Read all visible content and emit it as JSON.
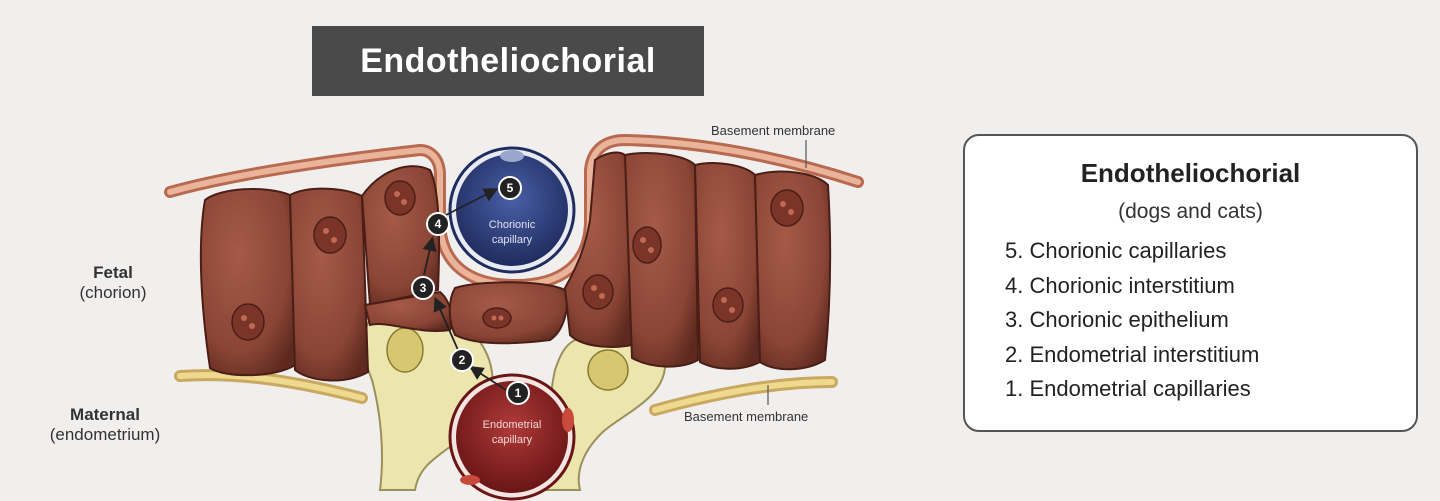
{
  "title": "Endotheliochorial",
  "labels": {
    "fetal": "Fetal",
    "fetal_sub": "(chorion)",
    "maternal": "Maternal",
    "maternal_sub": "(endometrium)",
    "basement_top": "Basement membrane",
    "basement_bottom": "Basement membrane",
    "chorionic_capillary": [
      "Chorionic",
      "capillary"
    ],
    "endometrial_capillary": [
      "Endometrial",
      "capillary"
    ]
  },
  "steps": [
    "1",
    "2",
    "3",
    "4",
    "5"
  ],
  "legend": {
    "title": "Endotheliochorial",
    "subtitle": "(dogs and cats)",
    "items": [
      "5. Chorionic capillaries",
      "4. Chorionic interstitium",
      "3. Chorionic epithelium",
      "2. Endometrial interstitium",
      "1. Endometrial capillaries"
    ]
  },
  "colors": {
    "cell": "#8f4a3a",
    "cell_dark": "#5e2a20",
    "membrane": "#e2a084",
    "yellow_tissue": "#ece6ae",
    "blue_capillary": "#2c3f7d",
    "red_capillary": "#8a2020",
    "banner": "#4a4a4a"
  }
}
